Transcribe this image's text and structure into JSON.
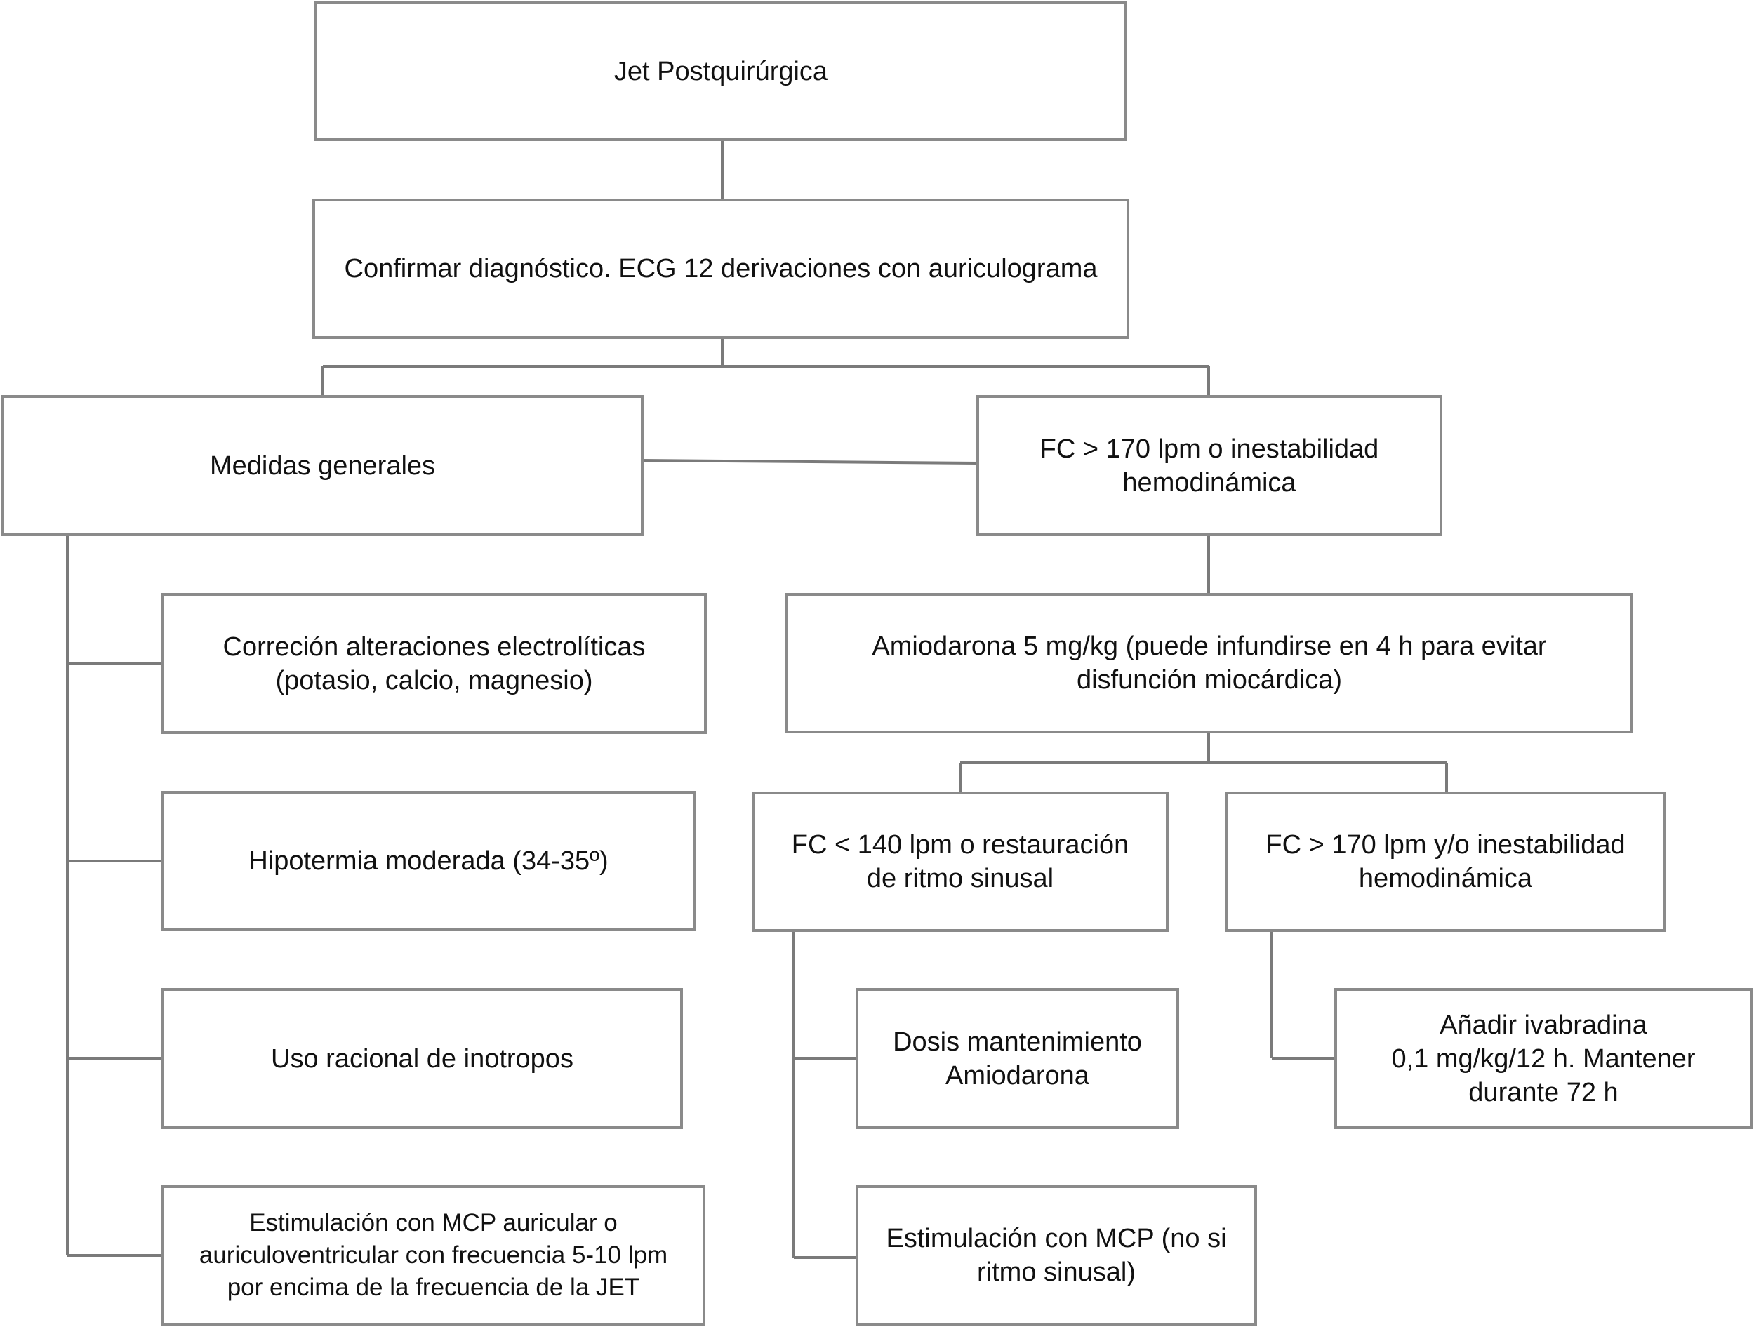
{
  "nodes": {
    "root": "Jet Postquirúrgica",
    "confirm": "Confirmar diagnóstico. ECG 12 derivaciones con auriculograma",
    "general": "Medidas generales",
    "fc_high": "FC > 170 lpm o inestabilidad\nhemodinámica",
    "electrolytes": "Correción alteraciones electrolíticas\n(potasio, calcio, magnesio)",
    "hypothermia": "Hipotermia moderada (34-35º)",
    "inotropes": "Uso racional de inotropos",
    "pacing_general": "Estimulación con MCP auricular o\nauriculoventricular con frecuencia 5-10 lpm\npor encima de la frecuencia de la JET",
    "amiodarone": "Amiodarona 5 mg/kg (puede infundirse en 4 h para evitar\ndisfunción miocárdica)",
    "fc_low": "FC < 140 lpm o restauración\nde ritmo sinusal",
    "fc_high2": "FC > 170 lpm y/o inestabilidad\nhemodinámica",
    "maintenance": "Dosis mantenimiento\nAmiodarona",
    "ivabradine": "Añadir ivabradina\n0,1 mg/kg/12 h. Mantener\ndurante 72 h",
    "pacing_mcp": "Estimulación con MCP (no si\nritmo sinusal)"
  }
}
